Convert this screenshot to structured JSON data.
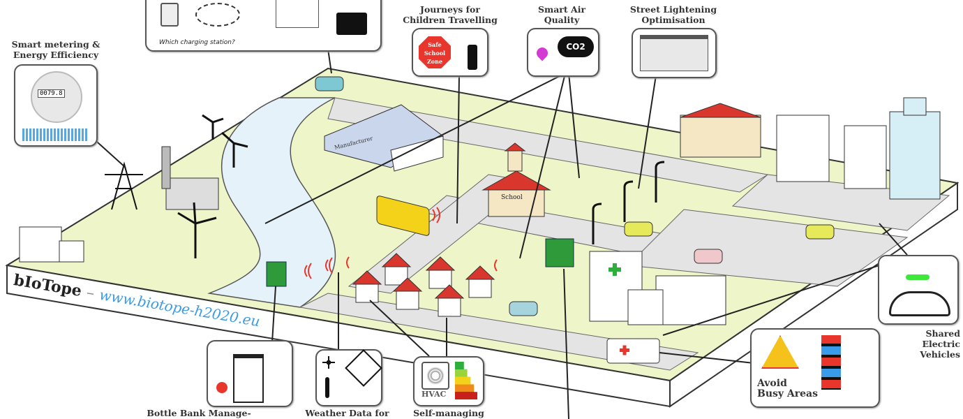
{
  "brand": {
    "name": "bIoTope",
    "separator": "–",
    "url": "www.biotope-h2020.eu"
  },
  "callouts": {
    "charging": {
      "caption": "Which charging station?"
    },
    "metering": {
      "title": "Smart metering & Energy Efficiency",
      "meter_reading": "0079.8"
    },
    "school": {
      "title_line1": "Journeys for",
      "title_line2": "Children Travelling",
      "sign": "Safe School Zone"
    },
    "air": {
      "title_line1": "Smart Air",
      "title_line2": "Quality",
      "gas": "CO2"
    },
    "light": {
      "title_line1": "Street Lightening",
      "title_line2": "Optimisation"
    },
    "shared_ev": {
      "title_line1": "Shared",
      "title_line2": "Electric",
      "title_line3": "Vehicles"
    },
    "busy": {
      "title_line1": "Avoid",
      "title_line2": "Busy Areas"
    },
    "bottle": {
      "title": "Bottle Bank Manage-"
    },
    "weather": {
      "title": "Weather Data for"
    },
    "hvac": {
      "title": "Self-managing",
      "badge": "HVAC"
    }
  },
  "buildings": {
    "factory": "Manufacturer",
    "school": "School"
  },
  "colors": {
    "ground": "#eef5c8",
    "road": "#e4e4e4",
    "river": "#e6f2fa",
    "accent_url": "#3a9be8",
    "wifi": "#e8362c"
  }
}
